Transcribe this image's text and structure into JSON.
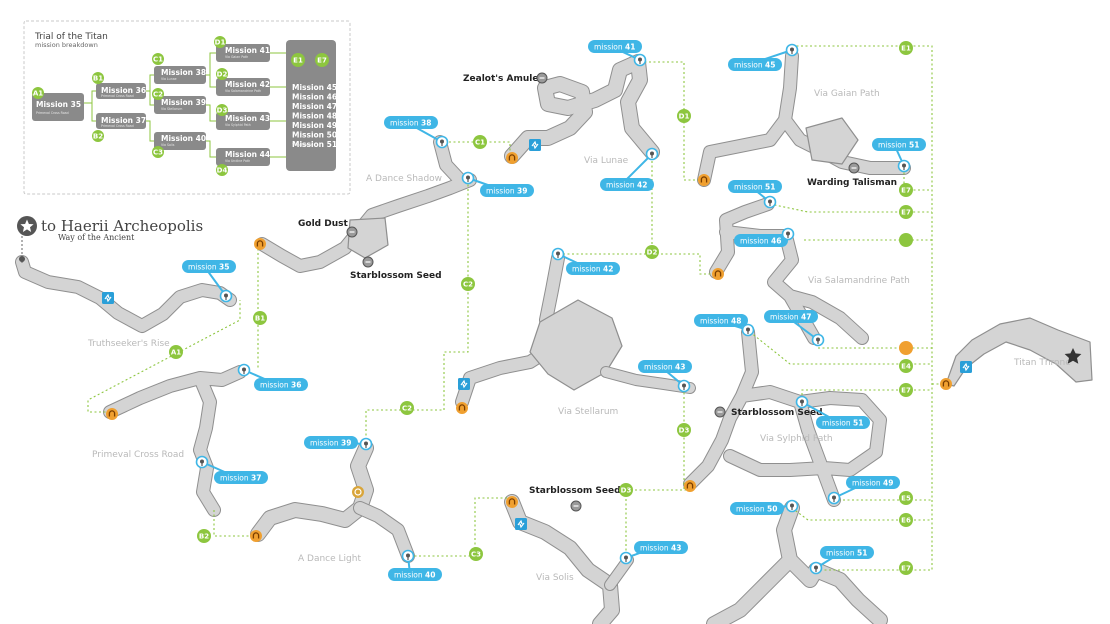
{
  "legend": {
    "title": "Trial of the Titan",
    "subtitle": "mission breakdown",
    "missions": [
      {
        "node": "A1",
        "label": "Mission 35",
        "sub": "Primeval Cross Road"
      },
      {
        "node": "B1",
        "label": "Mission 36",
        "sub": "Primeval Cross Road"
      },
      {
        "node": "B2",
        "label": "Mission 37",
        "sub": "Primeval Cross Road"
      },
      {
        "node": "C1",
        "label": "Mission 38",
        "sub": "Via Lunae"
      },
      {
        "node": "C2",
        "label": "Mission 39",
        "sub": "Via Stellarum"
      },
      {
        "node": "C3",
        "label": "Mission 40",
        "sub": "Via Solis"
      },
      {
        "node": "D1",
        "label": "Mission 41",
        "sub": "Via Gaian Path"
      },
      {
        "node": "D2",
        "label": "Mission 42",
        "sub": "Via Salamandrine Path"
      },
      {
        "node": "D3",
        "label": "Mission 43",
        "sub": "Via Sylphid Path"
      },
      {
        "node": "D4",
        "label": "Mission 44",
        "sub": "Via Undine Path"
      }
    ],
    "final_nodes": [
      "E1",
      "E7"
    ],
    "final_list": [
      "Mission 45",
      "Mission 46",
      "Mission 47",
      "Mission 48",
      "Mission 49",
      "Mission 50",
      "Mission 51"
    ],
    "final_sub": "Titan Throne"
  },
  "destination": {
    "title": "to Haerii Archeopolis",
    "subtitle": "Way of the Ancient"
  },
  "regions": [
    "Truthseeker's Rise",
    "Primeval Cross Road",
    "A Dance Light",
    "A Dance Shadow",
    "Via Lunae",
    "Via Stellarum",
    "Via Solis",
    "Via Gaian Path",
    "Via Salamandrine Path",
    "Via Sylphid Path",
    "Titan Throne"
  ],
  "pickups": [
    "Zealot's Amulet",
    "Gold Dust",
    "Starblossom Seed",
    "Warding Talisman",
    "Starblossom Seed",
    "Starblossom Seed"
  ],
  "mission_tags": [
    "mission 35",
    "mission 36",
    "mission 37",
    "mission 38",
    "mission 39",
    "mission 39",
    "mission 40",
    "mission 41",
    "mission 42",
    "mission 42",
    "mission 43",
    "mission 43",
    "mission 45",
    "mission 51",
    "mission 51",
    "mission 46",
    "mission 48",
    "mission 47",
    "mission 51",
    "mission 49",
    "mission 50",
    "mission 51"
  ],
  "nodes": [
    "A1",
    "B1",
    "B2",
    "C1",
    "C2",
    "C2",
    "C3",
    "D1",
    "D2",
    "D3",
    "D3",
    "E1",
    "E7",
    "E7",
    "E4",
    "E7",
    "E5",
    "E6",
    "E7"
  ],
  "colors": {
    "cave_fill": "#d4d4d4",
    "cave_stroke": "#8f8f8f",
    "node_green": "#8dc63f",
    "mission_blue": "#3fb6e6",
    "checkpoint_orange": "#f0a030",
    "save_blue": "#2a9fd8",
    "legend_gray": "#8a8a8a"
  },
  "icons": [
    "star-icon",
    "mission-marker-icon",
    "checkpoint-icon",
    "save-point-icon",
    "pickup-icon",
    "titan-star-icon"
  ]
}
